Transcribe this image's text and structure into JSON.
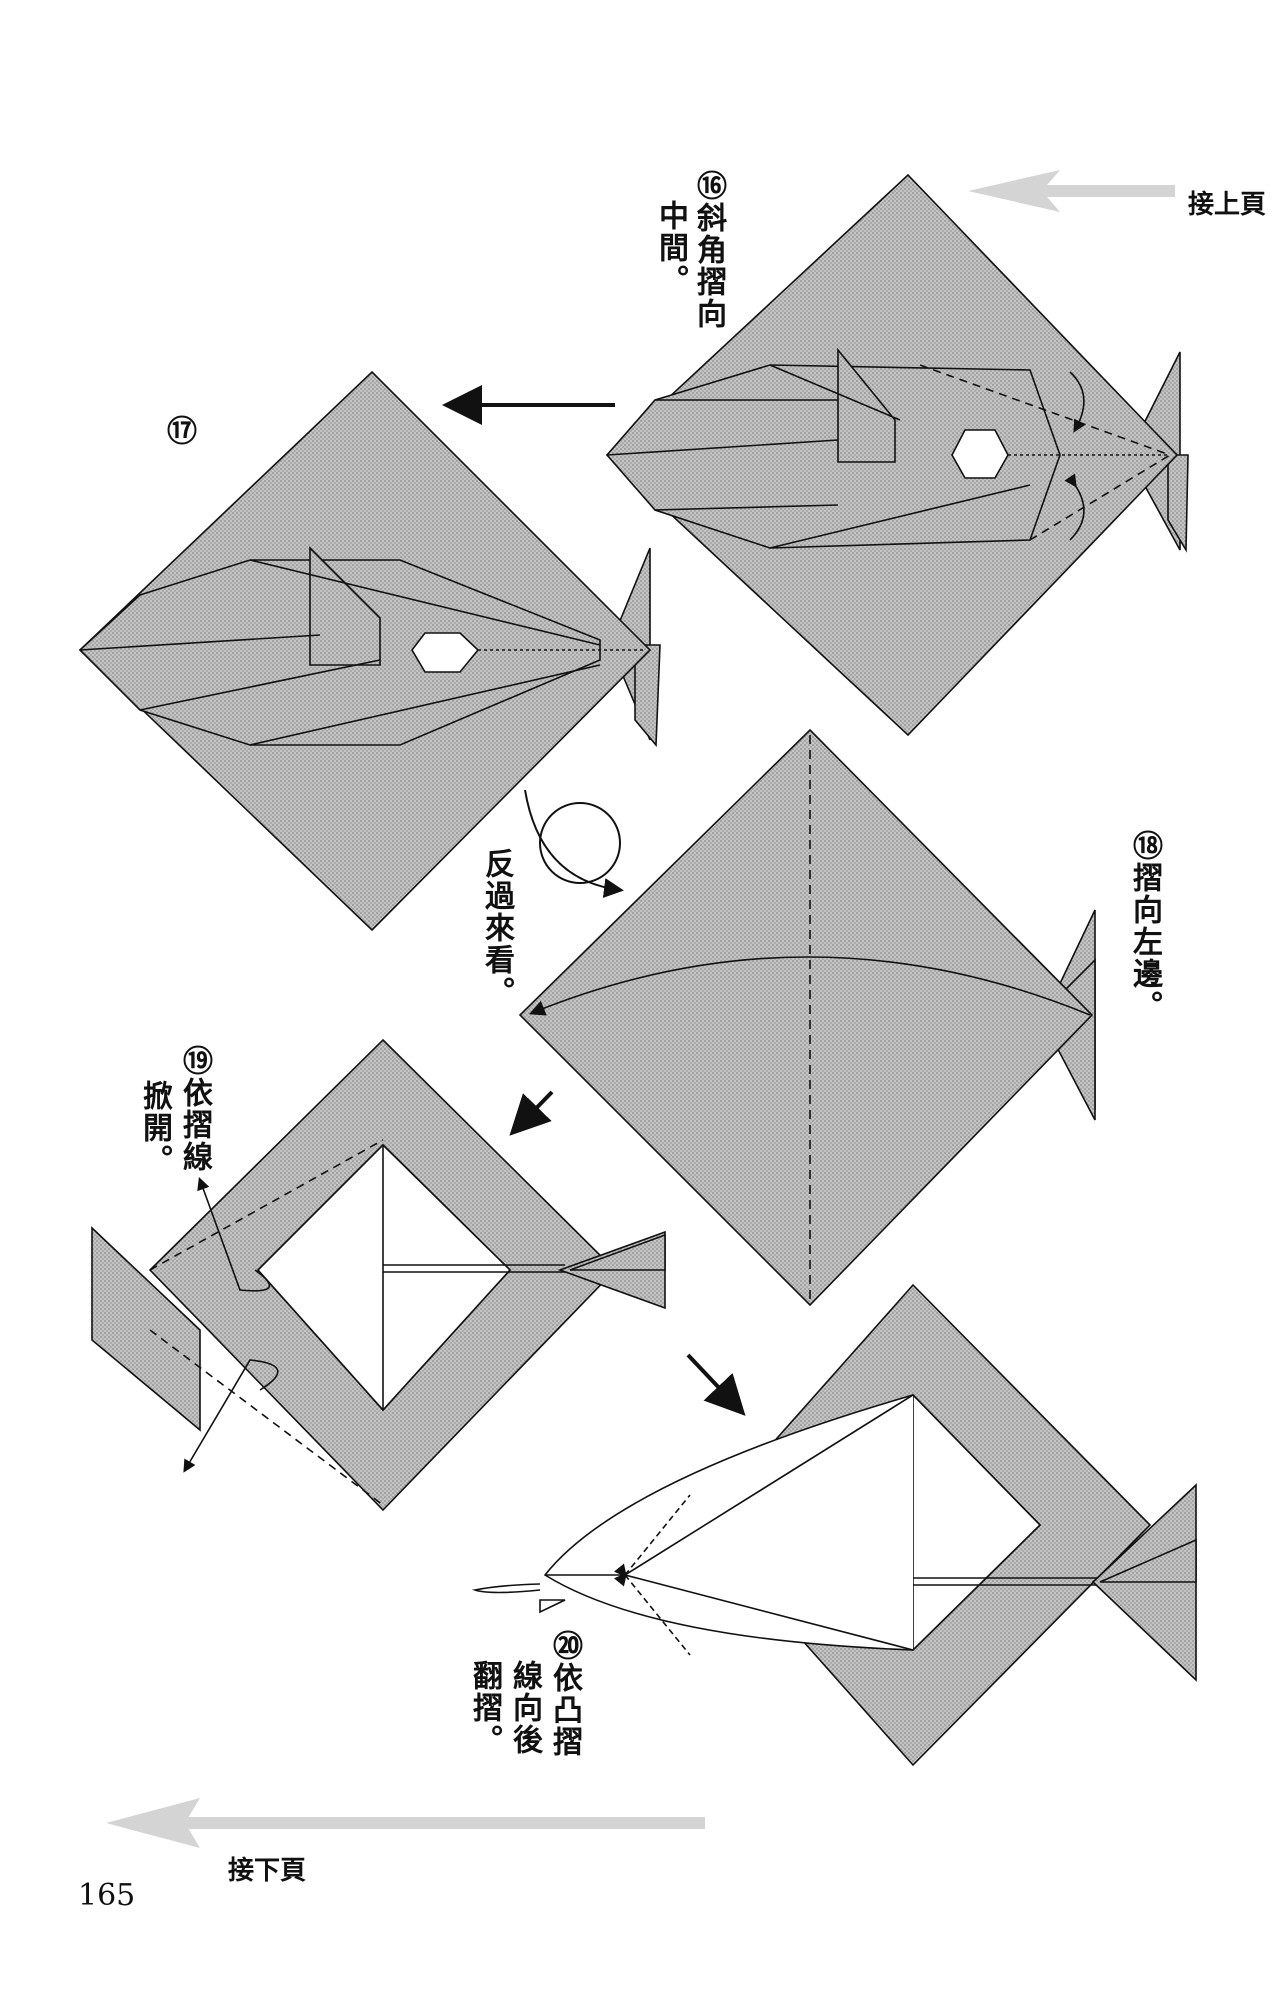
{
  "nav": {
    "prev_label": "接上頁",
    "next_label": "接下頁"
  },
  "page_number": "165",
  "steps": {
    "s16": {
      "num": "⑯",
      "line1": "斜角摺向",
      "line2": "中間。"
    },
    "s17": {
      "num": "⑰"
    },
    "s18": {
      "num": "⑱",
      "line1": "摺向左邊。"
    },
    "s19": {
      "num": "⑲",
      "line1": "依摺線",
      "line2": "掀開。"
    },
    "s20": {
      "num": "⑳",
      "line1": "依凸摺",
      "line2": "線向後",
      "line3": "翻摺。"
    }
  },
  "turn_over": {
    "label": "反過來看。"
  },
  "colors": {
    "paper_fill": "#bdbdbd",
    "ink": "#111111",
    "page": "#ffffff",
    "ghost_arrow": "#d4d4d4"
  }
}
